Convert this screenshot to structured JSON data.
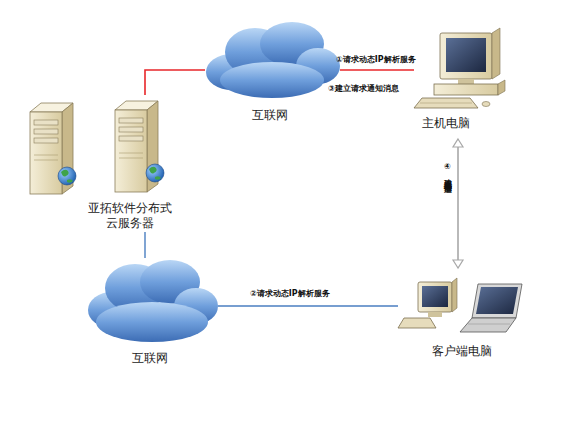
{
  "diagram": {
    "nodes": [
      {
        "text": [
          "亚拓软件分布式 云服务器"
        ]
      },
      {
        "text": [
          "互联网"
        ]
      },
      {
        "text": [
          "主机电脑"
        ]
      },
      {
        "text": [
          "互联网"
        ]
      },
      {
        "text": [
          "客户端电脑"
        ]
      }
    ],
    "edges": [
      {
        "from": 0,
        "to": 1,
        "arrow": "none"
      },
      {
        "from": 1,
        "to": 2,
        "label": "①请求动态IP解析服务",
        "arrow": "none"
      },
      {
        "from": 0,
        "to": 3,
        "arrow": "none"
      },
      {
        "from": 3,
        "to": 4,
        "label": "②请求动态IP解析服务",
        "arrow": "none"
      },
      {
        "from": 2,
        "to": 4,
        "label": "④建立专属通信信道",
        "arrow": "both"
      }
    ],
    "labels": [
      "③建立请求通知消息"
    ]
  }
}
